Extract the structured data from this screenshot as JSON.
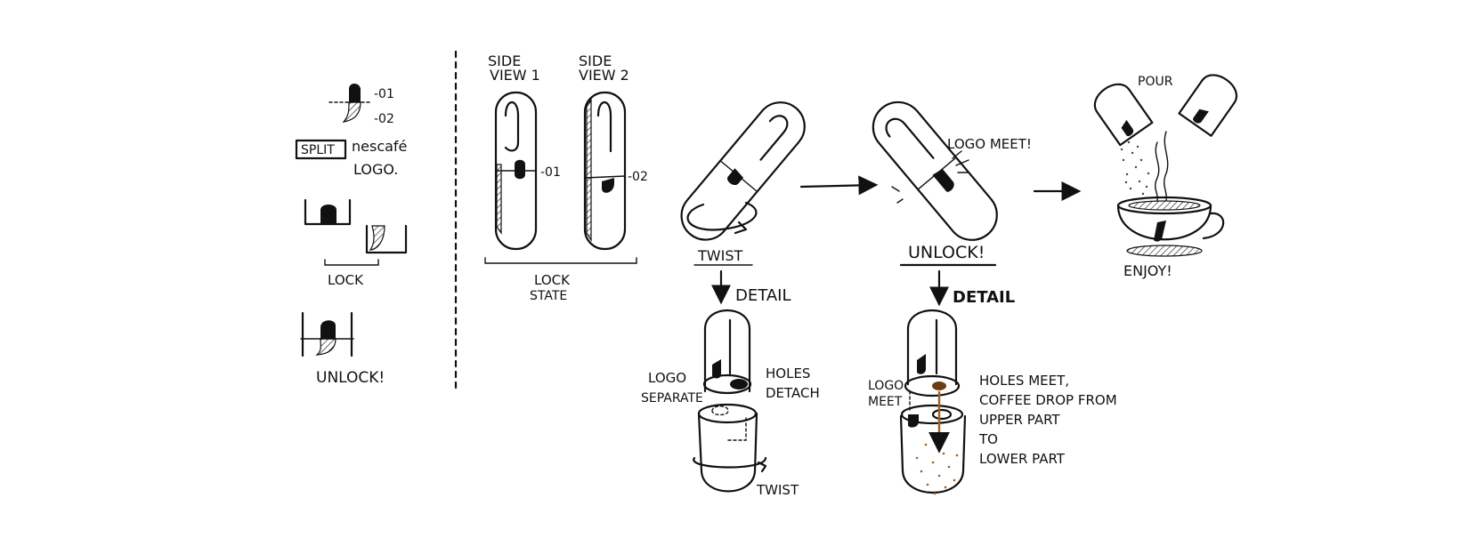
{
  "split": {
    "label_01": "-01",
    "label_02": "-02",
    "box_text": "SPLIT",
    "brand_text": "nescafé",
    "logo_text": "LOGO.",
    "lock_label": "LOCK",
    "unlock_label": "UNLOCK!"
  },
  "side_views": {
    "view1_label_a": "SIDE",
    "view1_label_b": "VIEW 1",
    "view2_label_a": "SIDE",
    "view2_label_b": "VIEW 2",
    "mark_01": "-01",
    "mark_02": "-02",
    "lock_state_a": "LOCK",
    "lock_state_b": "STATE"
  },
  "twist": {
    "label": "TWIST",
    "detail": "DETAIL",
    "logo_separate_a": "LOGO",
    "logo_separate_b": "SEPARATE",
    "holes_detach_a": "HOLES",
    "holes_detach_b": "DETACH",
    "twist_small": "TWIST"
  },
  "unlock": {
    "logo_meet": "LOGO MEET!",
    "label": "UNLOCK!",
    "detail": "DETAIL",
    "logo_meet_a": "LOGO",
    "logo_meet_b": "MEET",
    "holes_line1": "HOLES MEET,",
    "holes_line2": "COFFEE DROP FROM",
    "holes_line3": "UPPER PART",
    "holes_line4": "TO",
    "holes_line5": "LOWER PART"
  },
  "enjoy": {
    "pour": "POUR",
    "enjoy": "ENJOY!"
  },
  "colors": {
    "ink": "#111111",
    "coffee": "#a0601e"
  }
}
